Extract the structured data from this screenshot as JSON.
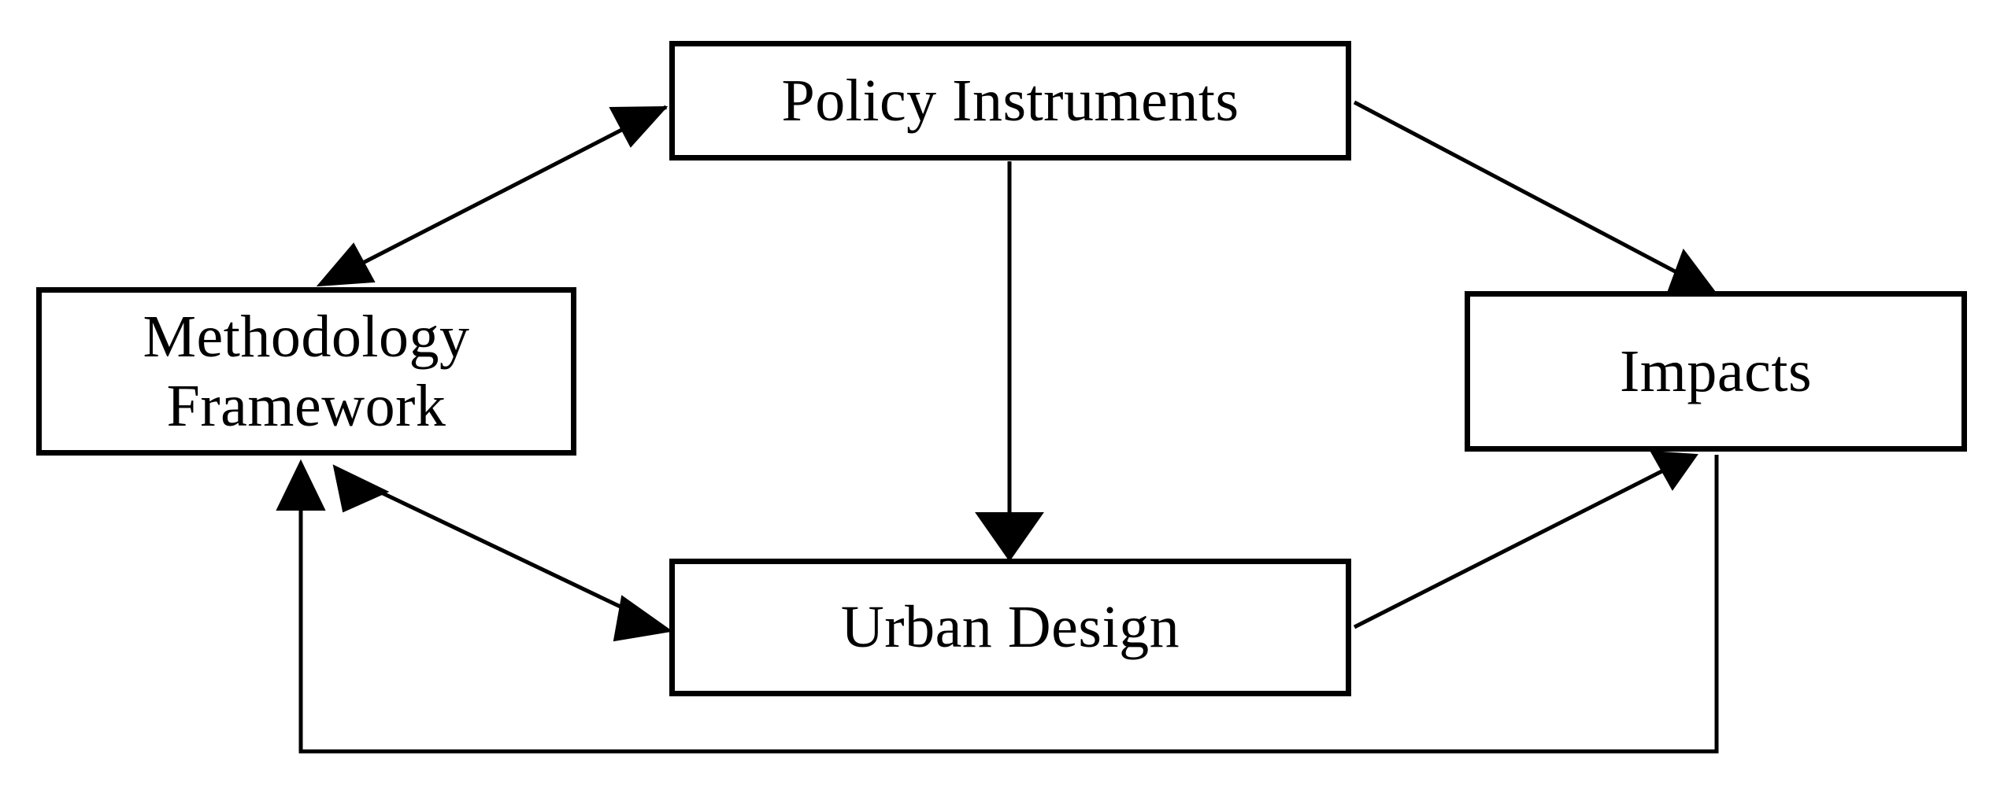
{
  "diagram": {
    "type": "flow-diagram",
    "title": "",
    "background_color": "#ffffff",
    "line_color": "#000000",
    "box_border_color": "#000000",
    "box_fill_color": "#ffffff",
    "nodes": [
      {
        "id": "policy-instruments",
        "label": "Policy Instruments",
        "position": "top-center"
      },
      {
        "id": "methodology-framework",
        "label": "Methodology\nFramework",
        "position": "left"
      },
      {
        "id": "impacts",
        "label": "Impacts",
        "position": "right"
      },
      {
        "id": "urban-design",
        "label": "Urban Design",
        "position": "bottom-center"
      }
    ],
    "edges": [
      {
        "id": "methodology-policy",
        "from": "methodology-framework",
        "to": "policy-instruments",
        "direction": "bidirectional",
        "label": ""
      },
      {
        "id": "policy-impacts",
        "from": "policy-instruments",
        "to": "impacts",
        "direction": "forward",
        "label": ""
      },
      {
        "id": "policy-urban",
        "from": "policy-instruments",
        "to": "urban-design",
        "direction": "forward",
        "label": ""
      },
      {
        "id": "methodology-urban",
        "from": "methodology-framework",
        "to": "urban-design",
        "direction": "bidirectional",
        "label": ""
      },
      {
        "id": "urban-impacts",
        "from": "urban-design",
        "to": "impacts",
        "direction": "forward",
        "label": ""
      },
      {
        "id": "impacts-methodology",
        "from": "impacts",
        "to": "methodology-framework",
        "direction": "forward",
        "label": ""
      }
    ]
  }
}
